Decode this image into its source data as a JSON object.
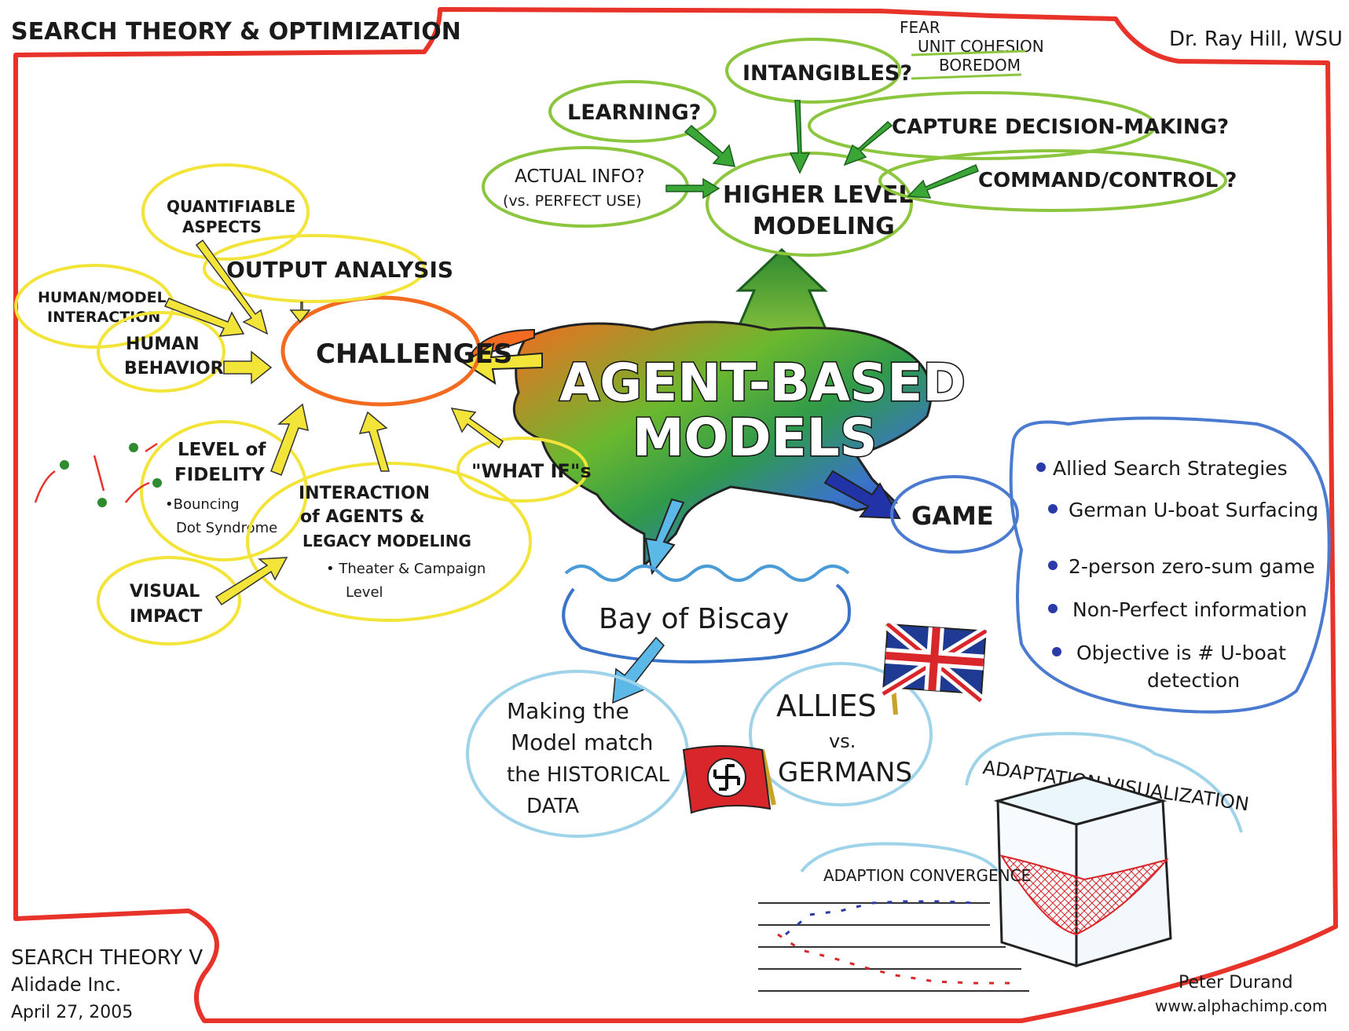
{
  "header": {
    "title": "SEARCH THEORY & OPTIMIZATION",
    "author": "Dr. Ray Hill, WSU"
  },
  "footer": {
    "event": "SEARCH THEORY V",
    "company": "Alidade Inc.",
    "date": "April 27, 2005",
    "artist": "Peter Durand",
    "website": "www.alphachimp.com"
  },
  "center": {
    "line1": "AGENT-BASED",
    "line2": "MODELS"
  },
  "higher_level": {
    "line1": "HIGHER LEVEL",
    "line2": "MODELING",
    "learning": "LEARNING?",
    "intangibles": "INTANGIBLES?",
    "intangible_items": [
      "FEAR",
      "UNIT COHESION",
      "BOREDOM"
    ],
    "capture": "CAPTURE DECISION-MAKING?",
    "command": "COMMAND/CONTROL ?",
    "actual_info_1": "ACTUAL INFO?",
    "actual_info_2": "(vs. PERFECT USE)"
  },
  "challenges": {
    "label": "CHALLENGES",
    "quantifiable_1": "QUANTIFIABLE",
    "quantifiable_2": "ASPECTS",
    "output": "OUTPUT ANALYSIS",
    "human_model_1": "HUMAN/MODEL",
    "human_model_2": "INTERACTION",
    "human_behavior_1": "HUMAN",
    "human_behavior_2": "BEHAVIOR",
    "fidelity_1": "LEVEL of",
    "fidelity_2": "FIDELITY",
    "fidelity_3": "•Bouncing",
    "fidelity_4": "Dot Syndrome",
    "interaction_1": "INTERACTION",
    "interaction_2": "of AGENTS &",
    "interaction_3": "LEGACY MODELING",
    "interaction_4": "• Theater & Campaign",
    "interaction_5": "Level",
    "visual_1": "VISUAL",
    "visual_2": "IMPACT",
    "what_if": "\"WHAT IF\"s"
  },
  "game": {
    "label": "GAME",
    "items": [
      "Allied Search Strategies",
      "German U-boat Surfacing",
      "2-person zero-sum game",
      "Non-Perfect information",
      "Objective is # U-boat",
      "detection"
    ]
  },
  "biscay": {
    "label": "Bay of Biscay",
    "making_1": "Making the",
    "making_2": "Model match",
    "making_3": "the HISTORICAL",
    "making_4": "DATA",
    "allies": "ALLIES",
    "vs": "vs.",
    "germans": "GERMANS"
  },
  "adaptation": {
    "visualization": "ADAPTATION VISUALIZATION",
    "convergence": "ADAPTION CONVERGENCE"
  },
  "colors": {
    "frame": "#e8332b",
    "green": "#8cc63f",
    "yellow": "#f3e43a",
    "blue": "#4a7bd0",
    "lightblue": "#9fd3ea",
    "orange": "#f26b21"
  }
}
